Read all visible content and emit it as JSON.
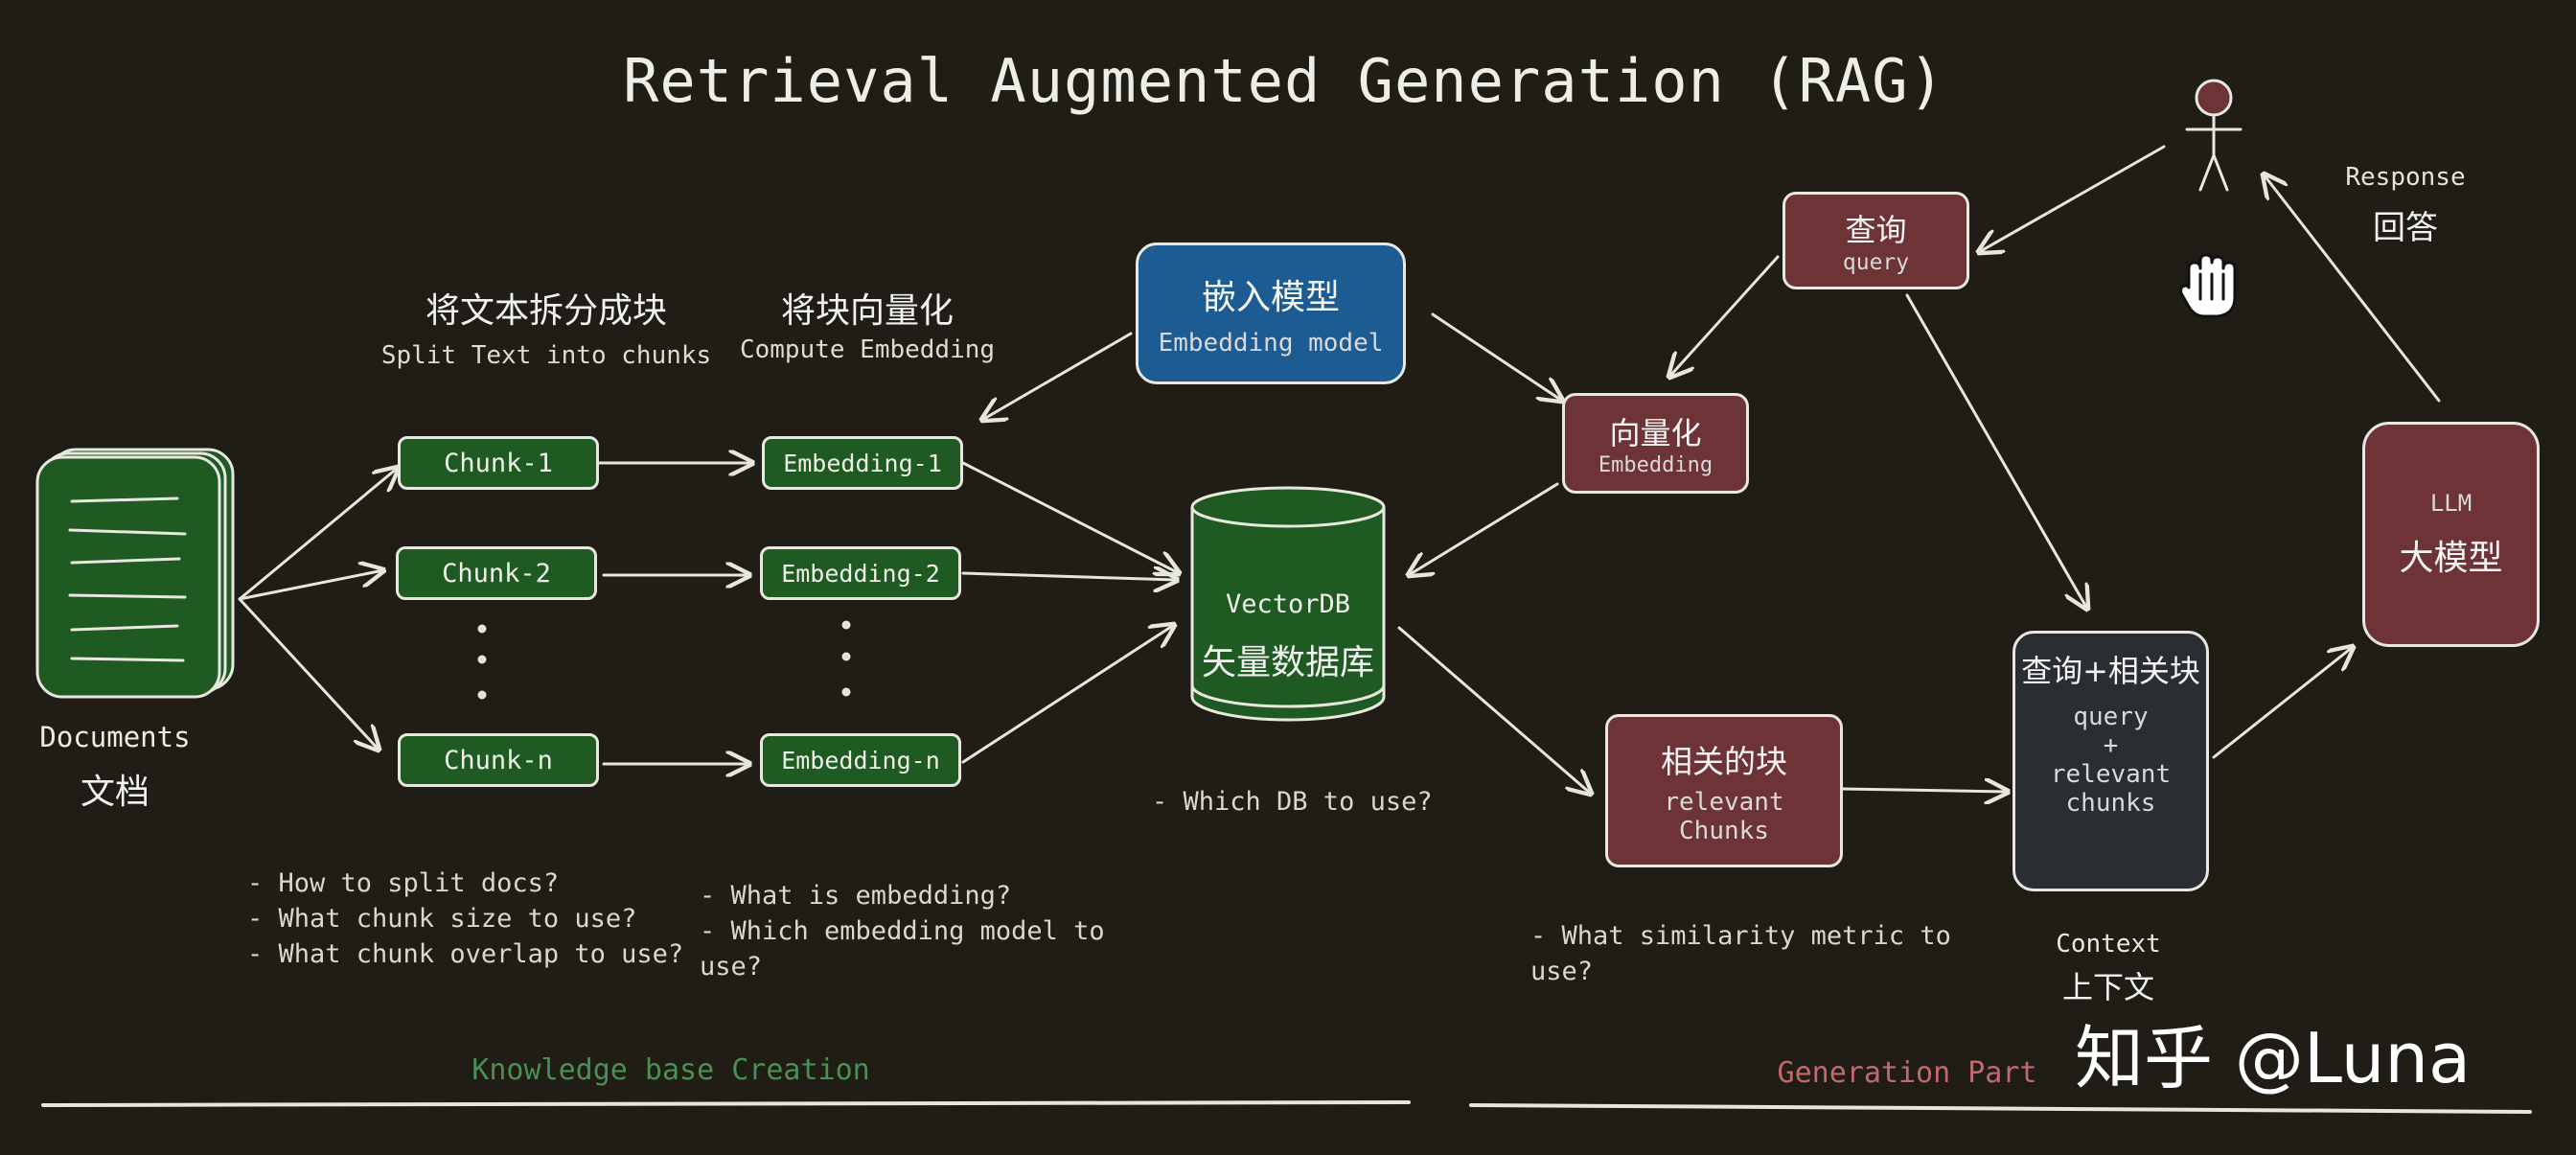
{
  "title": "Retrieval Augmented Generation (RAG)",
  "documents": {
    "en": "Documents",
    "zh": "文档"
  },
  "split_heading": {
    "zh": "将文本拆分成块",
    "en": "Split Text into chunks"
  },
  "embed_heading": {
    "zh": "将块向量化",
    "en": "Compute Embedding"
  },
  "embedding_model": {
    "zh": "嵌入模型",
    "en": "Embedding model"
  },
  "chunks": [
    "Chunk-1",
    "Chunk-2",
    "Chunk-n"
  ],
  "embeddings": [
    "Embedding-1",
    "Embedding-2",
    "Embedding-n"
  ],
  "vectordb": {
    "en": "VectorDB",
    "zh": "矢量数据库"
  },
  "query_box": {
    "zh": "查询",
    "en": "query"
  },
  "vectorize_box": {
    "zh": "向量化",
    "en": "Embedding"
  },
  "relevant_box": {
    "zh": "相关的块",
    "en1": "relevant",
    "en2": "Chunks"
  },
  "context_box": {
    "zh": "查询+相关块",
    "l1": "query",
    "l2": "+",
    "l3": "relevant",
    "l4": "chunks"
  },
  "context_label": {
    "en": "Context",
    "zh": "上下文"
  },
  "llm_box": {
    "en": "LLM",
    "zh": "大模型"
  },
  "response": {
    "en": "Response",
    "zh": "回答"
  },
  "notes": {
    "split": [
      "- How to split docs?",
      "- What chunk size to use?",
      "- What chunk overlap to use?"
    ],
    "embed": [
      "- What is embedding?",
      "- Which embedding model to use?"
    ],
    "db": "- Which DB to use?",
    "similarity": "- What similarity metric to use?"
  },
  "sections": {
    "kb": "Knowledge base Creation",
    "gen": "Generation Part"
  },
  "watermark": "知乎 @Luna",
  "colors": {
    "background": "#1f1d15",
    "green": "#1e5a21",
    "blue": "#1c5c92",
    "maroon": "#6d3337",
    "dark": "#2a2d32",
    "kb_section": "#4a8f54",
    "gen_section": "#c2696f"
  },
  "icons": [
    "document-stack-icon",
    "person-icon",
    "hand-cursor-icon",
    "database-cylinder-icon"
  ]
}
